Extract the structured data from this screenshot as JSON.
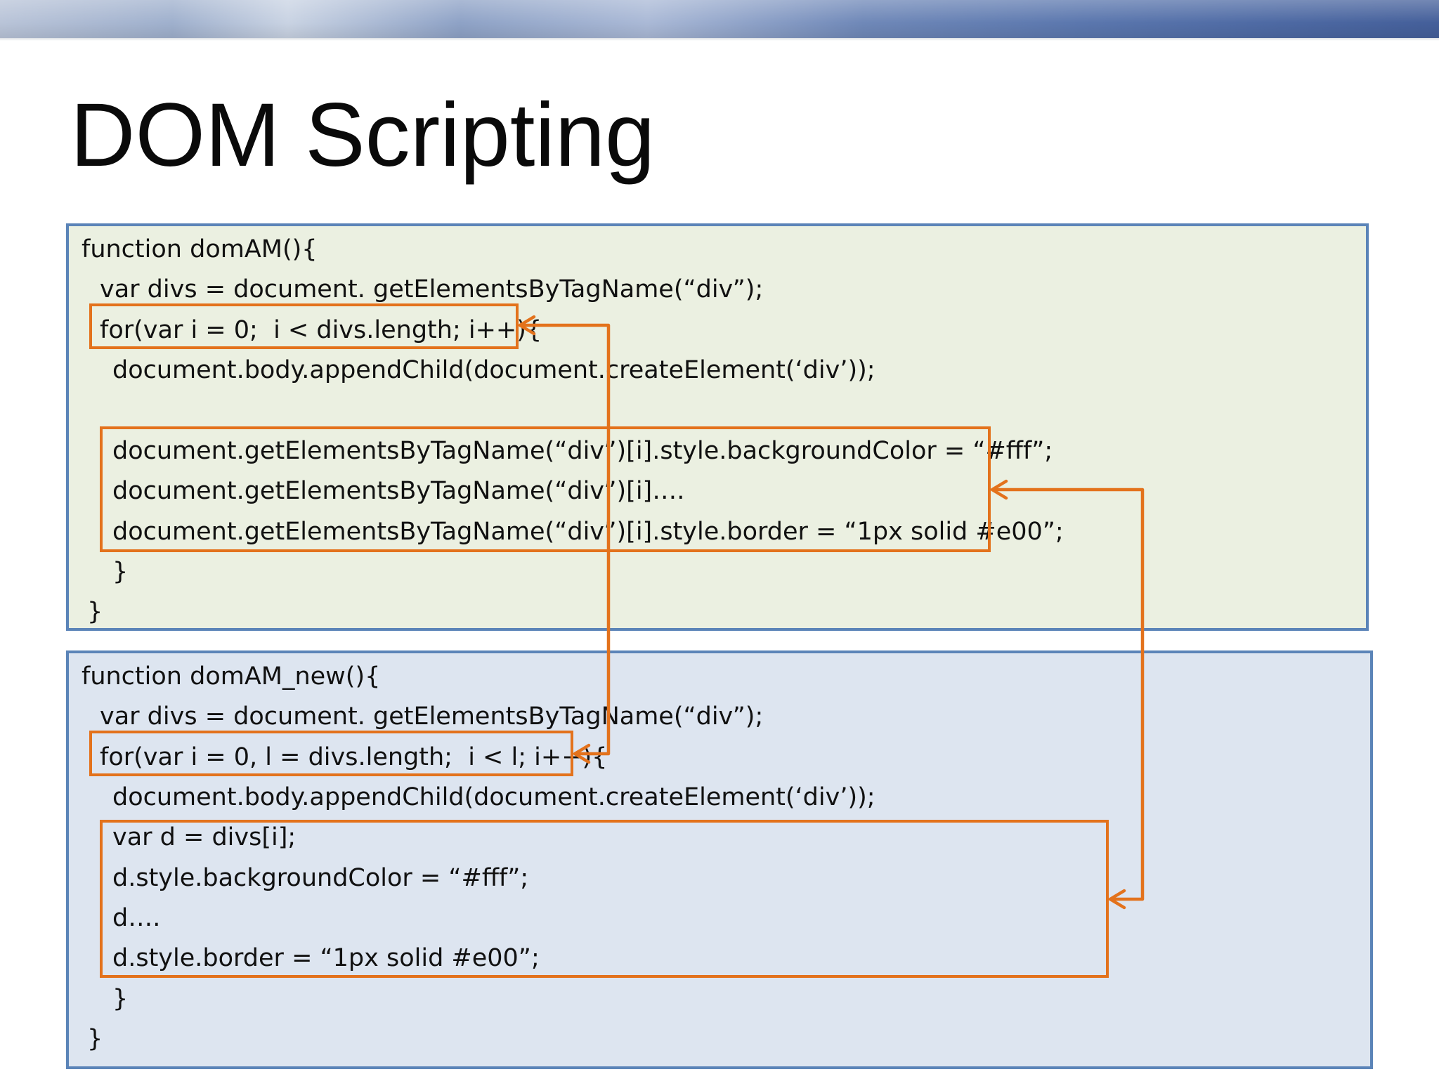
{
  "slide": {
    "title": "DOM Scripting",
    "accent_color": "#e3721c",
    "panel_border_color": "#5b84b8"
  },
  "old_code": {
    "line_1": "function domAM(){",
    "line_2": "var divs = document. getElementsByTagName(“div”);",
    "line_3": "for(var i = 0;  i < divs.length; i++){",
    "line_4": "document.body.appendChild(document.createElement(‘div’));",
    "line_5": "document.getElementsByTagName(“div”)[i].style.backgroundColor = “#fff”;",
    "line_6": "document.getElementsByTagName(“div”)[i]….",
    "line_7": "document.getElementsByTagName(“div”)[i].style.border = “1px solid #e00”;",
    "line_8": "}",
    "line_9": "}"
  },
  "new_code": {
    "line_1": "function domAM_new(){",
    "line_2": "var divs = document. getElementsByTagName(“div”);",
    "line_3": "for(var i = 0, l = divs.length;  i < l; i++){",
    "line_4": "document.body.appendChild(document.createElement(‘div’));",
    "line_5": "var d = divs[i];",
    "line_6": "d.style.backgroundColor = “#fff”;",
    "line_7": "d….",
    "line_8": "d.style.border = “1px solid #e00”;",
    "line_9": "}",
    "line_10": "}"
  }
}
